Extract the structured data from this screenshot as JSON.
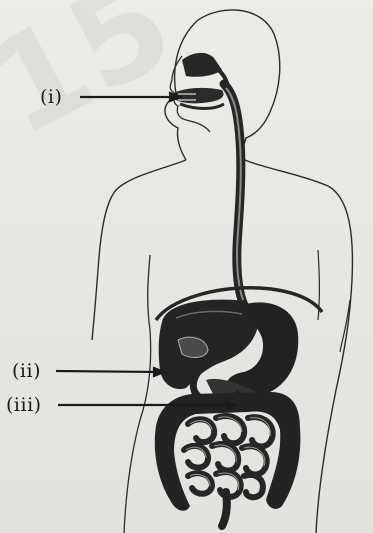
{
  "watermark_text": "15",
  "labels": {
    "i": "(i)",
    "ii": "(ii)",
    "iii": "(iii)"
  },
  "colors": {
    "ink": "#1a1a1a",
    "organ_fill": "#262626",
    "paper": "#e9e8e4"
  }
}
